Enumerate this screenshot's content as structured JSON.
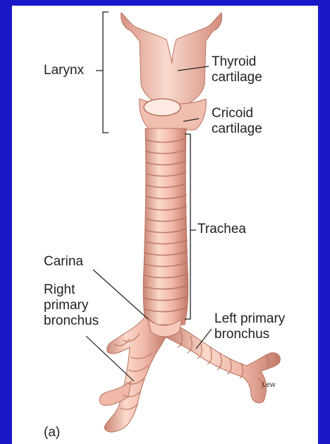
{
  "labels": {
    "larynx": "Larynx",
    "thyroid_cartilage": "Thyroid\ncartilage",
    "cricoid_cartilage": "Cricoid\ncartilage",
    "trachea": "Trachea",
    "carina": "Carina",
    "right_primary_bronchus": "Right\nprimary\nbronchus",
    "left_primary_bronchus": "Left primary\nbronchus",
    "panel_letter": "(a)",
    "artist_credit": "Lew"
  },
  "colors": {
    "background": "#1a17c8",
    "panel": "#ffffff",
    "tissue": "#f0b8a8",
    "tissue_shadow": "#c98472",
    "tissue_light": "#fbd9cc",
    "leader_line": "#222222"
  }
}
